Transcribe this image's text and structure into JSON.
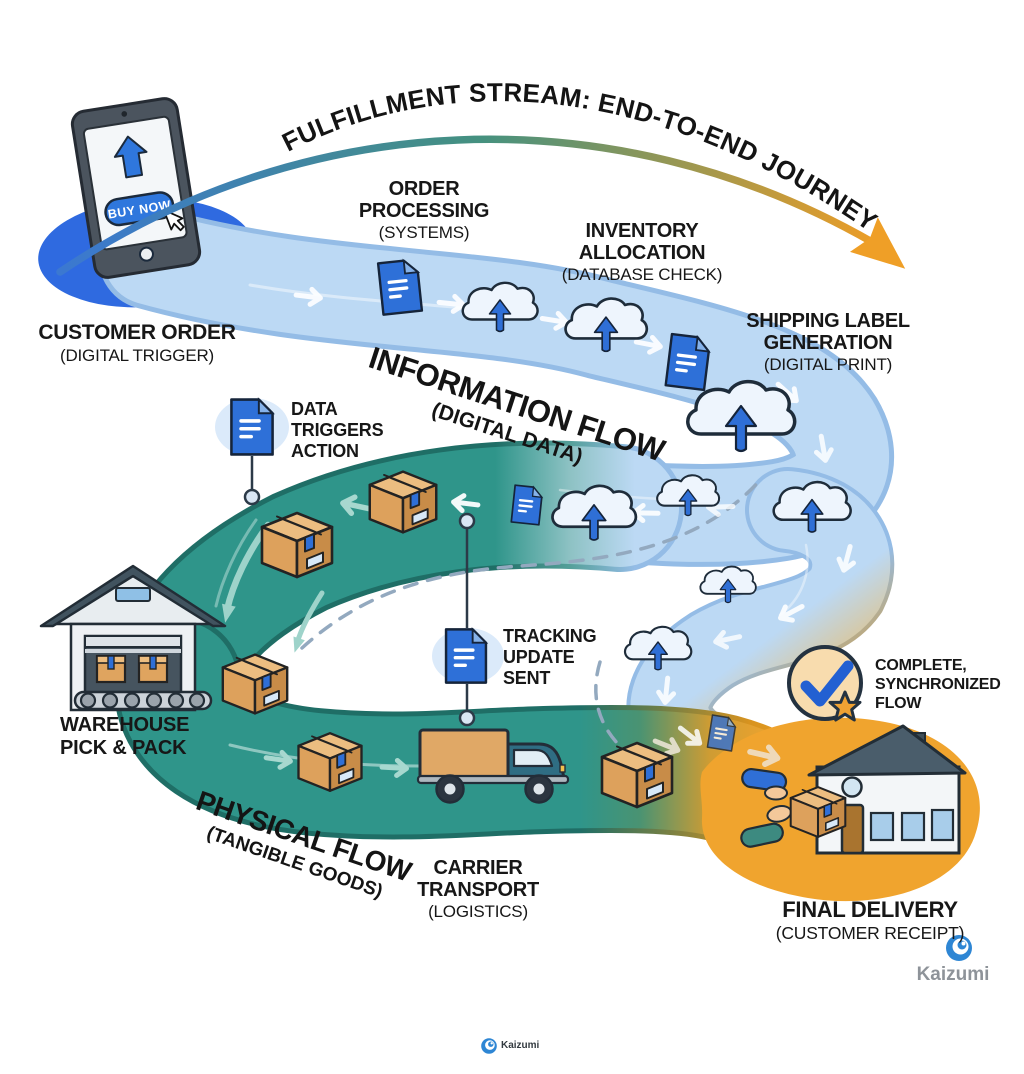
{
  "title": {
    "text": "FULFILLMENT STREAM: END-TO-END JOURNEY"
  },
  "device": {
    "button_label": "BUY NOW"
  },
  "stages": {
    "customer_order": {
      "label": "CUSTOMER ORDER",
      "sublabel": "(DIGITAL TRIGGER)"
    },
    "order_processing": {
      "label": "ORDER PROCESSING",
      "sublabel": "(SYSTEMS)"
    },
    "inventory_allocation": {
      "label": "INVENTORY ALLOCATION",
      "sublabel": "(DATABASE CHECK)"
    },
    "shipping_label_generation": {
      "label": "SHIPPING LABEL GENERATION",
      "sublabel": "(DIGITAL PRINT)"
    },
    "warehouse_pick_pack": {
      "label": "WAREHOUSE PICK & PACK"
    },
    "carrier_transport": {
      "label": "CARRIER TRANSPORT",
      "sublabel": "(LOGISTICS)"
    },
    "final_delivery": {
      "label": "FINAL DELIVERY",
      "sublabel": "(CUSTOMER RECEIPT)"
    }
  },
  "flows": {
    "information": {
      "label": "INFORMATION FLOW",
      "sublabel": "(DIGITAL DATA)",
      "color": "#bcd9f4"
    },
    "physical": {
      "label": "PHYSICAL FLOW",
      "sublabel": "(TANGIBLE GOODS)",
      "color": "#2f958a"
    },
    "delivery_zone_color": "#f0a42e"
  },
  "callouts": {
    "data_triggers_action": {
      "text": "DATA TRIGGERS ACTION"
    },
    "tracking_update_sent": {
      "text": "TRACKING UPDATE SENT"
    },
    "complete_synchronized_flow": {
      "text": "COMPLETE, SYNCHRONIZED FLOW"
    }
  },
  "branding": {
    "logo_text": "Kaizumi",
    "footer_logo_text": "Kaizumi"
  },
  "icons": [
    "tablet-buy-now-icon",
    "document-icon",
    "cloud-upload-icon",
    "package-box-icon",
    "warehouse-icon",
    "delivery-truck-icon",
    "house-icon",
    "checkmark-star-badge-icon",
    "kaizumi-wave-logo-icon",
    "cursor-icon"
  ],
  "colors": {
    "trigger_blob": "#2f6ae0",
    "accent_blue": "#2e70d8",
    "text": "#171717",
    "arc_gradient": [
      "#3b78d1",
      "#45917f",
      "#eb9d27"
    ]
  }
}
